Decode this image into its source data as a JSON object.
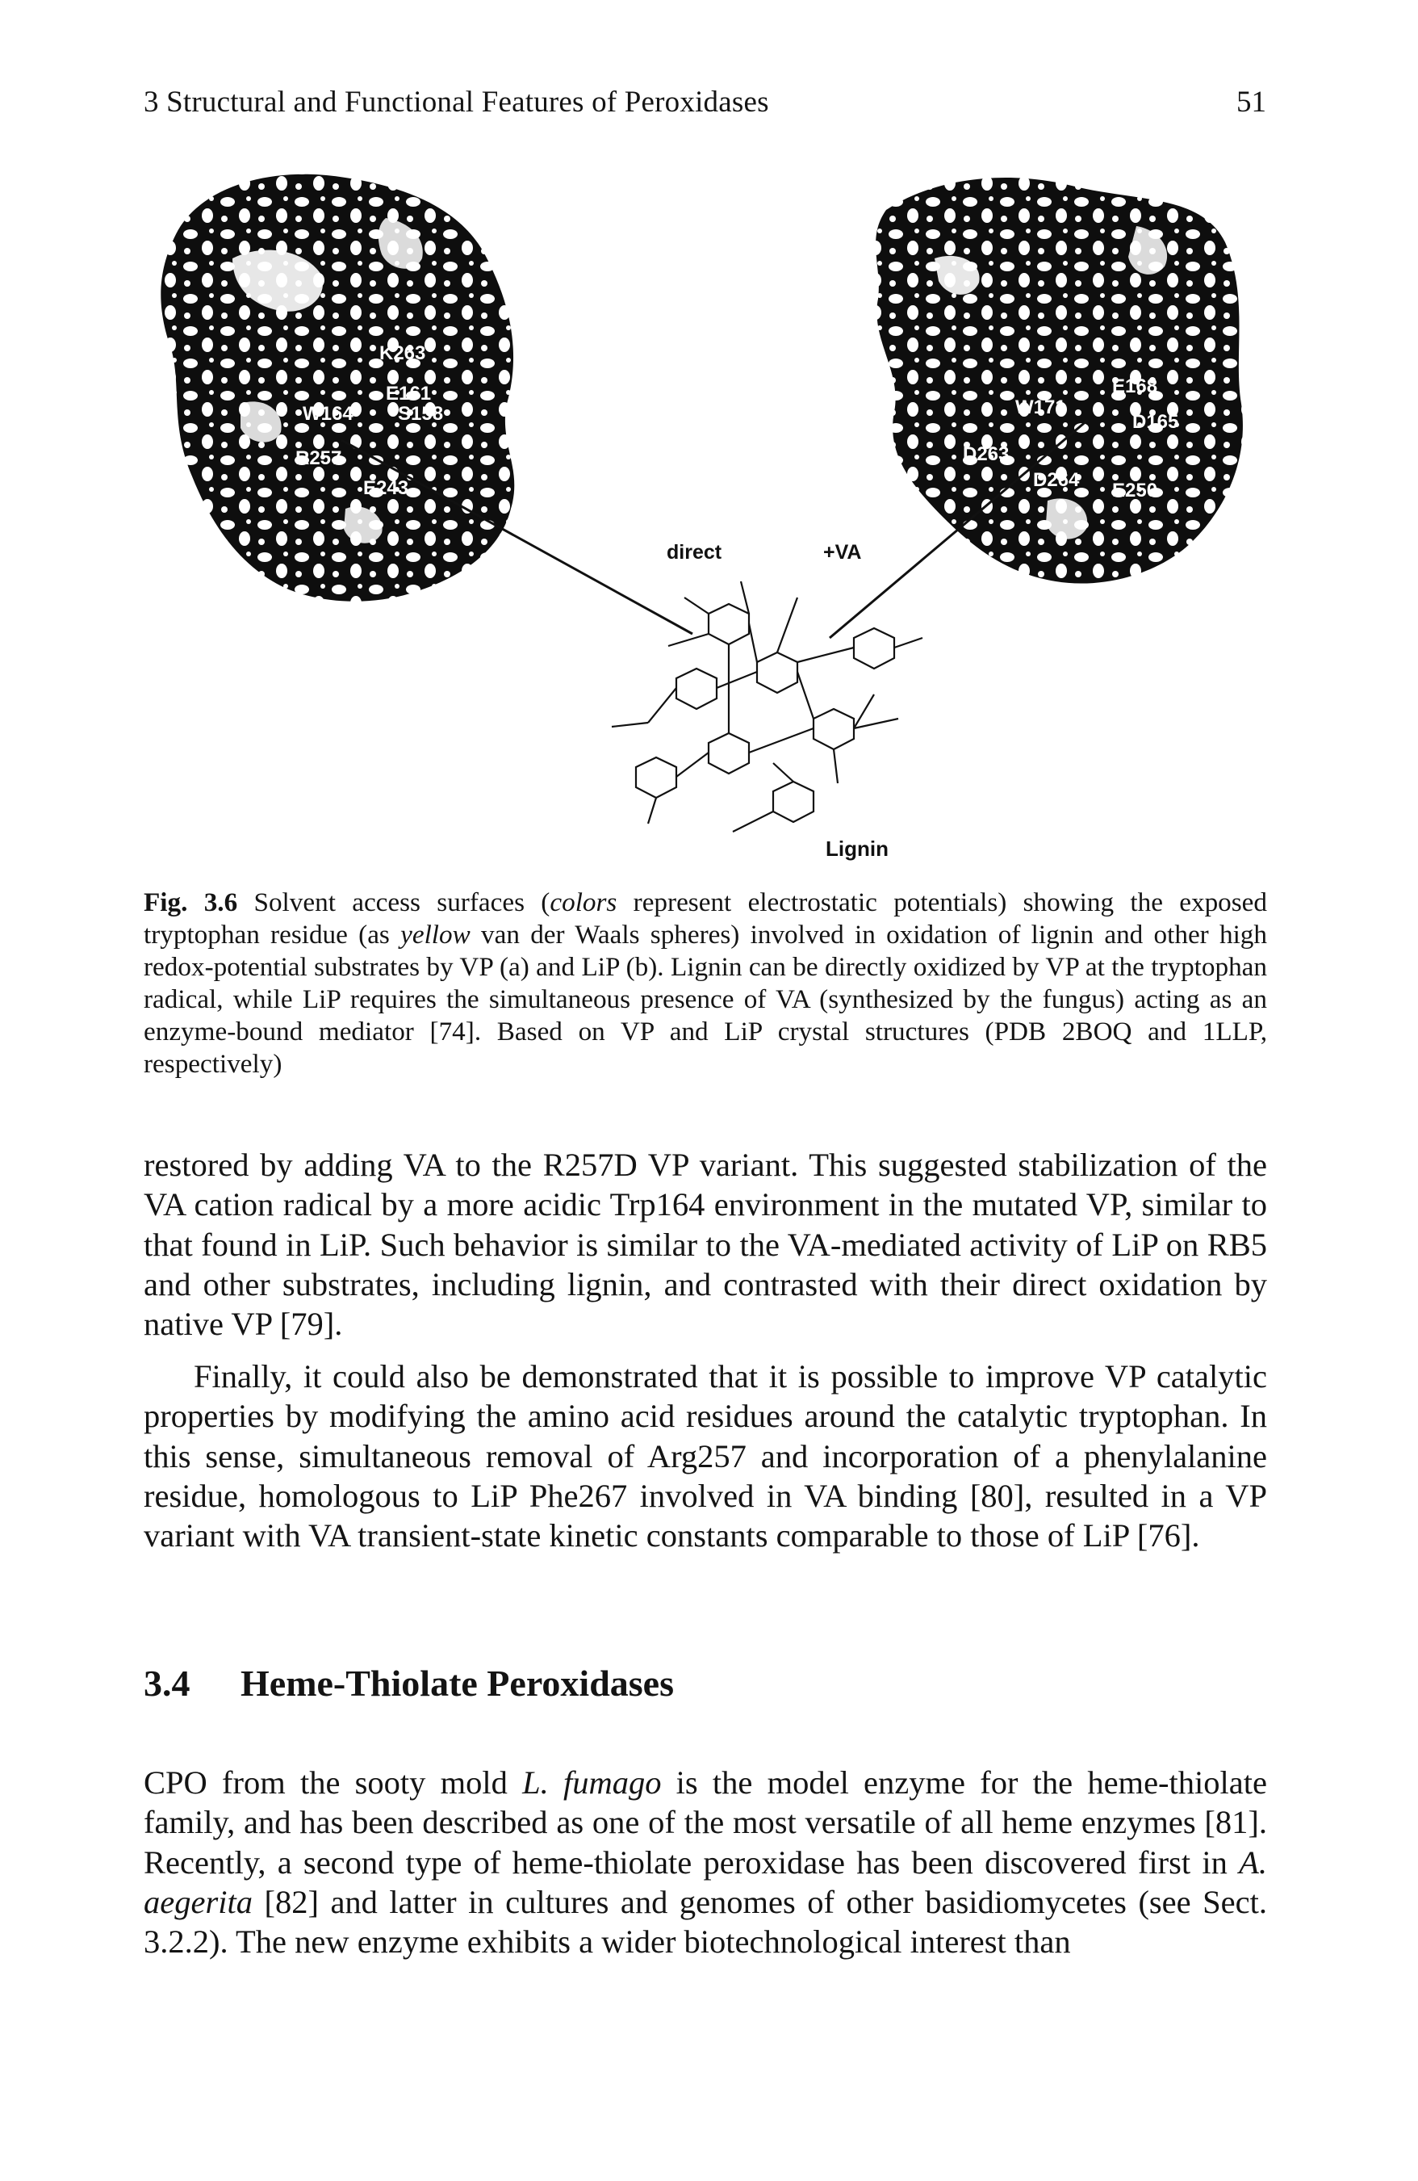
{
  "header": {
    "running_title": "3 Structural and Functional Features of Peroxidases",
    "page_number": "51"
  },
  "figure": {
    "labels": {
      "k263": "K263",
      "e161": "E161",
      "w164": "W164",
      "s158": "S158",
      "r257": "R257",
      "e243": "E243",
      "w171": "W171",
      "e168": "E168",
      "d165": "D165",
      "d263": "D263",
      "d264": "D264",
      "e250": "E250",
      "direct": "direct",
      "va": "+VA",
      "lignin": "Lignin"
    },
    "caption": {
      "lead": "Fig. 3.6",
      "t1": " Solvent access surfaces (",
      "i1": "colors",
      "t2": " represent electrostatic potentials) showing the exposed tryptophan residue (as ",
      "i2": "yellow",
      "t3": " van der Waals spheres) involved in oxidation of lignin and other high redox-potential substrates by VP (a) and LiP (b). Lignin can be directly oxidized by VP at the tryptophan radical, while LiP requires the simultaneous presence of VA (synthesized by the fungus) acting as an enzyme-bound mediator [74]. Based on VP and LiP crystal structures (PDB 2BOQ and 1LLP, respectively)"
    }
  },
  "body": {
    "p1": "restored by adding VA to the R257D VP variant. This suggested stabilization of the VA cation radical by a more acidic Trp164 environment in the mutated VP, similar to that found in LiP. Such behavior is similar to the VA-mediated activity of LiP on RB5 and other substrates, including lignin, and contrasted with their direct oxidation by native VP [79].",
    "p2": "Finally, it could also be demonstrated that it is possible to improve VP catalytic properties by modifying the amino acid residues around the catalytic tryptophan. In this sense, simultaneous removal of Arg257 and incorporation of a phenylalanine residue, homologous to LiP Phe267 involved in VA binding [80], resulted in a VP variant with VA transient-state kinetic constants comparable to those of LiP [76].",
    "section": {
      "number": "3.4",
      "title": "Heme-Thiolate Peroxidases"
    },
    "p3": {
      "t1": "CPO from the sooty mold ",
      "i1": "L. fumago",
      "t2": " is the model enzyme for the heme-thiolate family, and has been described as one of the most versatile of all heme enzymes [81]. Recently, a second type of heme-thiolate peroxidase has been discovered first in ",
      "i2": "A. aegerita",
      "t3": " [82] and latter in cultures and genomes of other basidiomycetes (see Sect. 3.2.2). The new enzyme exhibits a wider biotechnological interest than"
    }
  }
}
